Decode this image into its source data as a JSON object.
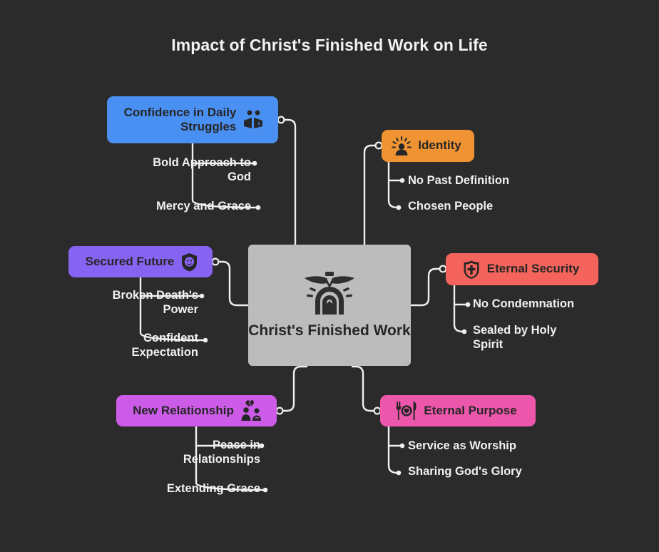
{
  "diagram": {
    "title": "Impact of Christ's Finished Work on Life",
    "background_color": "#2b2b2b",
    "connector_color": "#f0f0f0",
    "text_color": "#f0f0f0",
    "type": "mind-map"
  },
  "center": {
    "label": "Christ's Finished Work",
    "icon": "dove-over-tomb-icon",
    "color": "#bcbcbc"
  },
  "branches": [
    {
      "id": "confidence",
      "label": "Confidence in Daily\nStruggles",
      "icon": "people-group-icon",
      "icon_side": "right",
      "color": "#4a90f2",
      "side": "left",
      "children": [
        {
          "label": "Bold Approach to\nGod"
        },
        {
          "label": "Mercy and Grace"
        }
      ]
    },
    {
      "id": "secured",
      "label": "Secured Future",
      "icon": "shield-face-icon",
      "icon_side": "right",
      "color": "#8663f0",
      "side": "left",
      "children": [
        {
          "label": "Broken Death's\nPower"
        },
        {
          "label": "Confident\nExpectation"
        }
      ]
    },
    {
      "id": "newrel",
      "label": "New Relationship",
      "icon": "two-people-broken-heart-icon",
      "icon_side": "right",
      "color": "#cc5ce8",
      "side": "left",
      "children": [
        {
          "label": "Peace in\nRelationships"
        },
        {
          "label": "Extending Grace"
        }
      ]
    },
    {
      "id": "identity",
      "label": "Identity",
      "icon": "person-radiating-icon",
      "icon_side": "left",
      "color": "#f09433",
      "side": "right",
      "children": [
        {
          "label": "No Past Definition"
        },
        {
          "label": "Chosen People"
        }
      ]
    },
    {
      "id": "eternal-security",
      "label": "Eternal Security",
      "icon": "shield-cross-icon",
      "icon_side": "left",
      "color": "#f4645c",
      "side": "right",
      "children": [
        {
          "label": "No Condemnation"
        },
        {
          "label": "Sealed by Holy\nSpirit"
        }
      ]
    },
    {
      "id": "eternal-purpose",
      "label": "Eternal Purpose",
      "icon": "fork-plate-knife-heart-icon",
      "icon_side": "left",
      "color": "#ed57ab",
      "side": "right",
      "children": [
        {
          "label": "Service as Worship"
        },
        {
          "label": "Sharing God's Glory"
        }
      ]
    }
  ]
}
